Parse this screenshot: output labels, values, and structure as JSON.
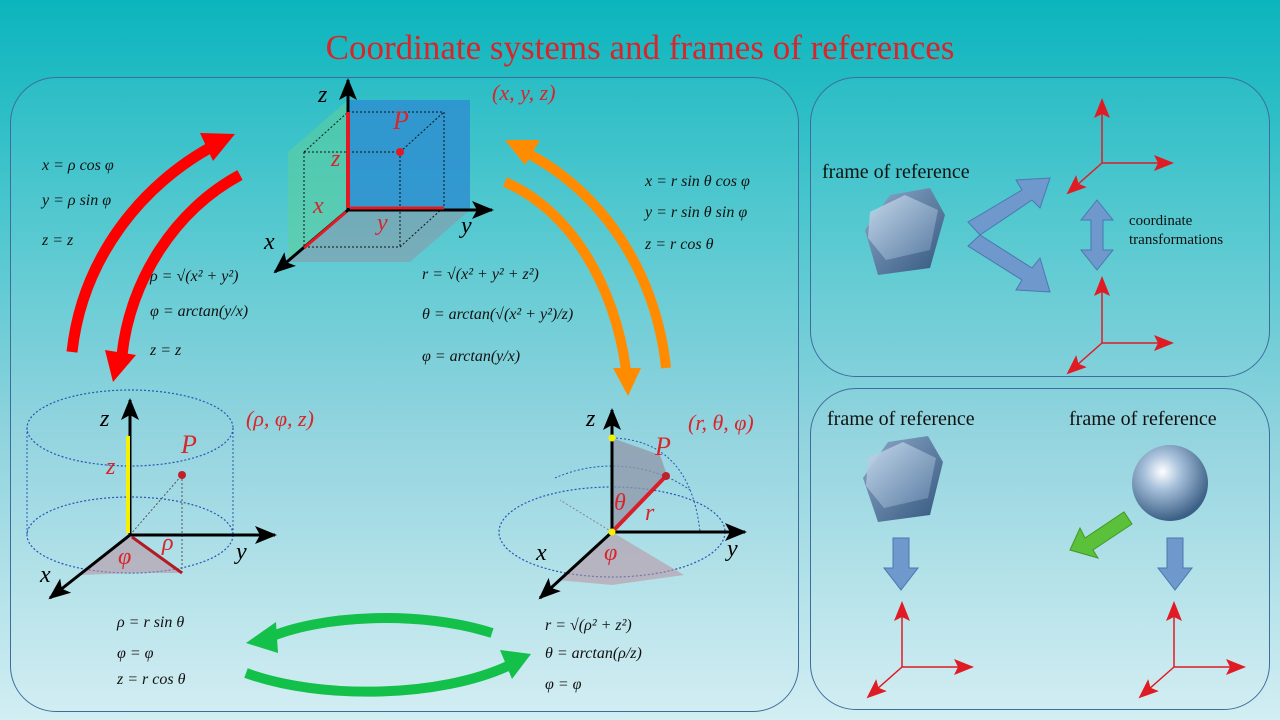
{
  "title": "Coordinate systems and frames of references",
  "main_panel": {
    "cartesian": {
      "coords": "(x, y, z)",
      "point": "P",
      "axis_x": "x",
      "axis_y": "y",
      "axis_z": "z",
      "comp_x": "x",
      "comp_y": "y",
      "comp_z": "z"
    },
    "cylindrical": {
      "coords": "(ρ, φ, z)",
      "point": "P",
      "axis_x": "x",
      "axis_y": "y",
      "axis_z": "z",
      "comp_z": "z",
      "comp_rho": "ρ",
      "comp_phi": "φ"
    },
    "spherical": {
      "coords": "(r, θ, φ)",
      "point": "P",
      "axis_x": "x",
      "axis_y": "y",
      "axis_z": "z",
      "comp_r": "r",
      "comp_theta": "θ",
      "comp_phi": "φ"
    },
    "cyl_to_cart": [
      "x = ρ cos φ",
      "y = ρ sin φ",
      "z = z"
    ],
    "cart_to_cyl": [
      "ρ = √(x² + y²)",
      "φ = arctan(y/x)",
      "z = z"
    ],
    "cart_to_sph": [
      "r = √(x² + y² + z²)",
      "θ = arctan(√(x² + y²)/z)",
      "φ = arctan(y/x)"
    ],
    "sph_to_cart": [
      "x = r sin θ cos φ",
      "y = r sin θ sin φ",
      "z = r cos θ"
    ],
    "sph_to_cyl": [
      "ρ = r sin θ",
      "φ = φ",
      "z = r cos θ"
    ],
    "cyl_to_sph": [
      "r = √(ρ² + z²)",
      "θ = arctan(ρ/z)",
      "φ = φ"
    ]
  },
  "top_right_panel": {
    "frame_label": "frame of reference",
    "transform_label_1": "coordinate",
    "transform_label_2": "transformations"
  },
  "bottom_right_panel": {
    "frame_label_left": "frame of reference",
    "frame_label_right": "frame of reference"
  },
  "colors": {
    "title": "#d8252b",
    "red_arrow": "#ff0000",
    "orange_arrow": "#ff8c00",
    "green_arrow": "#12c04a",
    "axis_red": "#e01b24",
    "blue_arrow": "#6f99cc"
  }
}
